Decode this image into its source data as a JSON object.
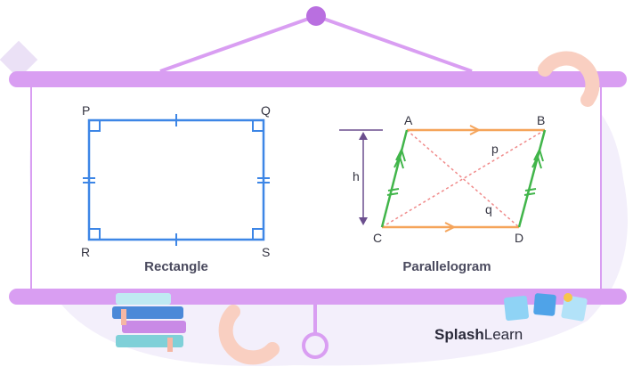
{
  "colors": {
    "frame": "#d99ef2",
    "frame_dark": "#b96fe0",
    "rectangle": "#3d86e6",
    "parallel_orange": "#f5a45a",
    "parallel_green": "#41b54a",
    "diagonal": "#f08a8a",
    "height_marker": "#6b4e8e",
    "label": "#333340",
    "blob": "#f2eefb",
    "peach": "#f9cfc1"
  },
  "rectangle": {
    "vertex_labels": {
      "top_left": "P",
      "top_right": "Q",
      "bottom_left": "R",
      "bottom_right": "S"
    },
    "caption": "Rectangle"
  },
  "parallelogram": {
    "vertex_labels": {
      "top_left": "A",
      "top_right": "B",
      "bottom_left": "C",
      "bottom_right": "D"
    },
    "diagonal_labels": {
      "p": "p",
      "q": "q"
    },
    "height_label": "h",
    "caption": "Parallelogram"
  },
  "brand": {
    "part1": "Splash",
    "part2": "Learn"
  },
  "icons": [
    "books-stack-icon",
    "sticky-notes-icon",
    "hanger-knob-icon",
    "pull-ring-icon"
  ]
}
